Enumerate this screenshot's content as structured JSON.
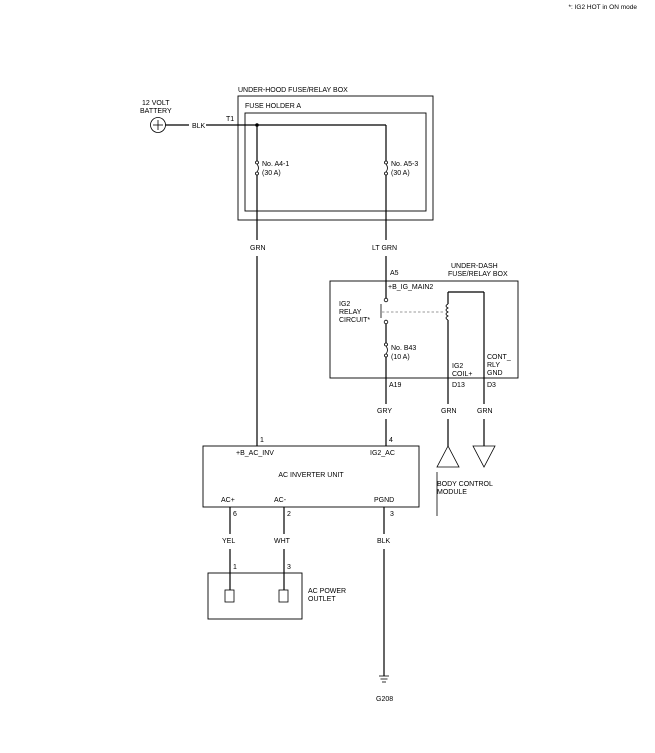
{
  "note": "*: IG2 HOT in ON mode",
  "battery": {
    "line1": "12 VOLT",
    "line2": "BATTERY",
    "wire": "BLK"
  },
  "underhood": {
    "title": "UNDER-HOOD FUSE/RELAY BOX",
    "holder": "FUSE HOLDER A",
    "terminal": "T1",
    "fuse1": {
      "name": "No. A4-1",
      "rating": "(30 A)"
    },
    "fuse2": {
      "name": "No. A5-3",
      "rating": "(30 A)"
    }
  },
  "wires": {
    "left": "GRN",
    "right": "LT GRN",
    "gry": "GRY",
    "grn_coil": "GRN",
    "grn_gnd": "GRN",
    "yel": "YEL",
    "wht": "WHT",
    "blk": "BLK"
  },
  "underdash": {
    "title1": "UNDER-DASH",
    "title2": "FUSE/RELAY BOX",
    "pin_a5": "A5",
    "pin_a19": "A19",
    "pin_d13": "D13",
    "pin_d3": "D3",
    "bus": "+B_IG_MAIN2",
    "relay": [
      "IG2",
      "RELAY",
      "CIRCUIT*"
    ],
    "fuse": {
      "name": "No. B43",
      "rating": "(10 A)"
    },
    "coil": [
      "IG2",
      "COIL+"
    ],
    "gnd": [
      "CONT_",
      "RLY",
      "GND"
    ]
  },
  "inverter": {
    "title": "AC INVERTER UNIT",
    "pin1": "1",
    "pin1_name": "+B_AC_INV",
    "pin4": "4",
    "pin4_name": "IG2_AC",
    "pin6": "6",
    "pin6_name": "AC+",
    "pin2": "2",
    "pin2_name": "AC-",
    "pin3": "3",
    "pin3_name": "PGND"
  },
  "bcm": {
    "line1": "BODY CONTROL",
    "line2": "MODULE"
  },
  "outlet": {
    "line1": "AC POWER",
    "line2": "OUTLET",
    "pin1": "1",
    "pin3": "3"
  },
  "ground": "G208"
}
